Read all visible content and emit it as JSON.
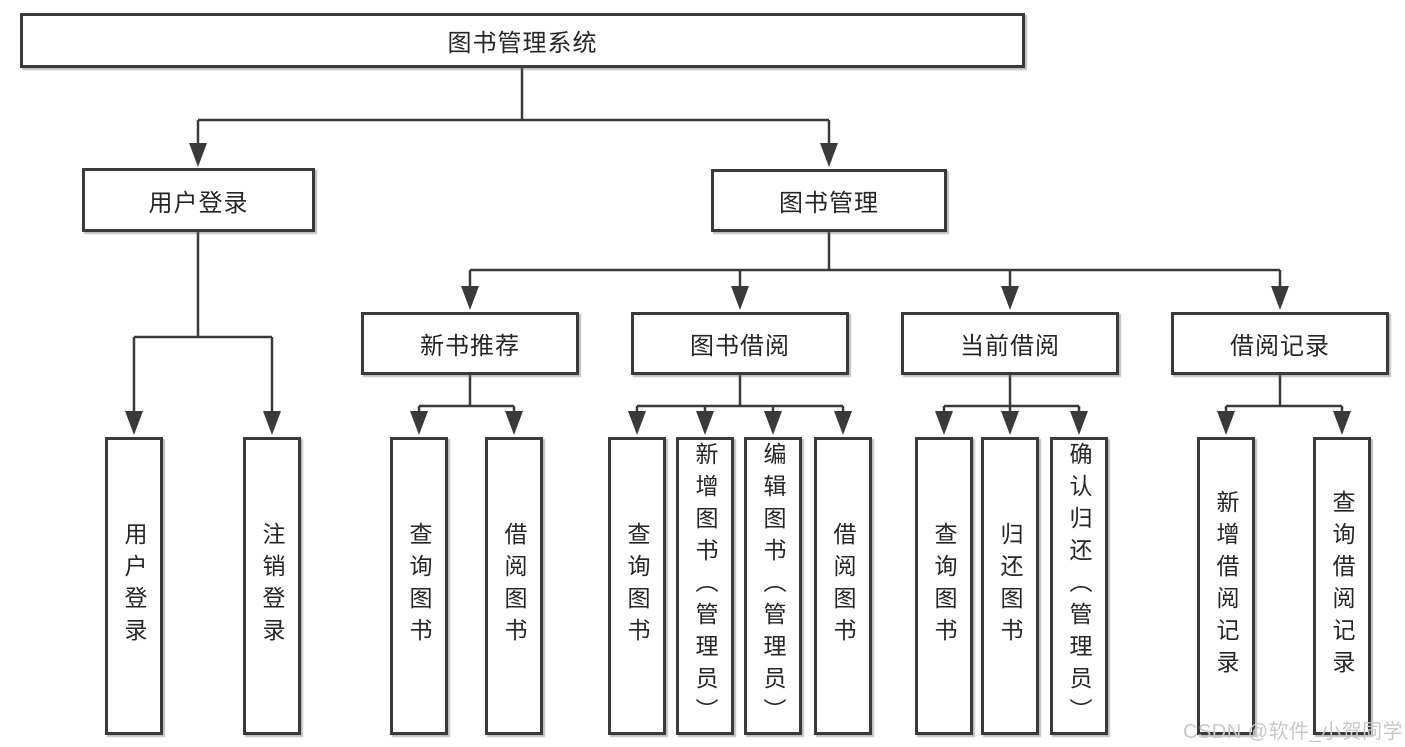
{
  "diagram": {
    "type": "hierarchy-tree",
    "root": {
      "label": "图书管理系统",
      "children": [
        {
          "label": "用户登录",
          "children": [
            {
              "label": "用户登录"
            },
            {
              "label": "注销登录"
            }
          ]
        },
        {
          "label": "图书管理",
          "children": [
            {
              "label": "新书推荐",
              "children": [
                {
                  "label": "查询图书"
                },
                {
                  "label": "借阅图书"
                }
              ]
            },
            {
              "label": "图书借阅",
              "children": [
                {
                  "label": "查询图书"
                },
                {
                  "label": "新增图书（管理员）"
                },
                {
                  "label": "编辑图书（管理员）"
                },
                {
                  "label": "借阅图书"
                }
              ]
            },
            {
              "label": "当前借阅",
              "children": [
                {
                  "label": "查询图书"
                },
                {
                  "label": "归还图书"
                },
                {
                  "label": "确认归还（管理员）"
                }
              ]
            },
            {
              "label": "借阅记录",
              "children": [
                {
                  "label": "新增借阅记录"
                },
                {
                  "label": "查询借阅记录"
                }
              ]
            }
          ]
        }
      ]
    }
  },
  "watermark": {
    "text": "CSDN @软件_小贺同学"
  },
  "colors": {
    "line": "#3a3a3a",
    "box_border": "#3a3a3a",
    "box_fill": "#ffffff",
    "text": "#262626",
    "watermark": "#c9c9c9",
    "background": "#ffffff"
  }
}
